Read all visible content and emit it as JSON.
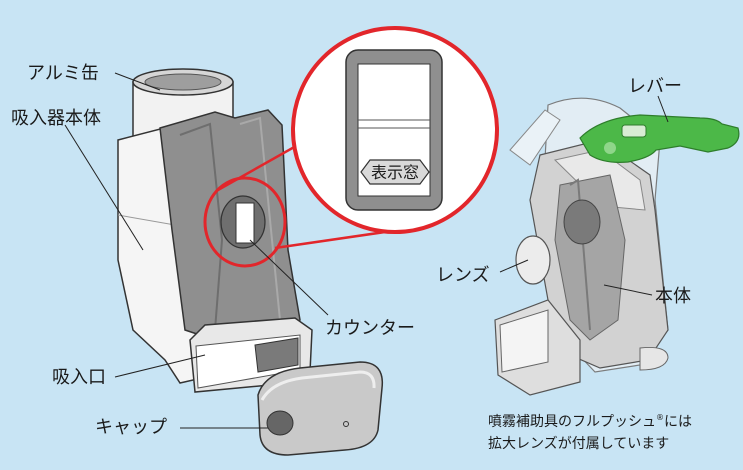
{
  "labels": {
    "can": "アルミ缶",
    "body_main": "吸入器本体",
    "mouthpiece": "吸入口",
    "cap": "キャップ",
    "counter": "カウンター",
    "window": "表示窓",
    "lever": "レバー",
    "lens": "レンズ",
    "body_spacer": "本体"
  },
  "note": {
    "line1": "噴霧補助具のフルプッシュ",
    "reg": "®",
    "line1_suffix": "には",
    "line2": "拡大レンズが付属しています"
  },
  "colors": {
    "background": "#c8e4f4",
    "accent_red": "#e2262b",
    "lever_green": "#4cb848",
    "inhaler_dark": "#8c8c8c",
    "inhaler_light": "#f4f4f4"
  }
}
